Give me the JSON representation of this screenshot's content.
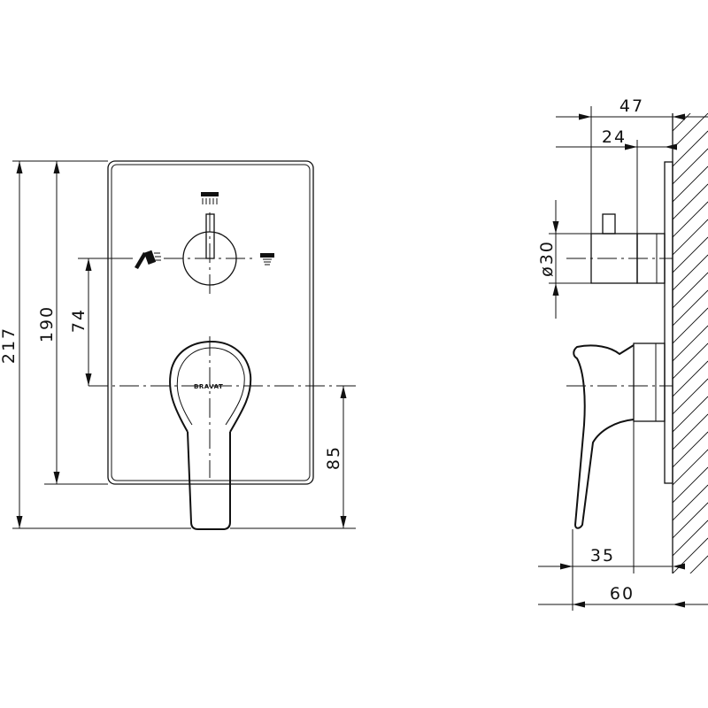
{
  "front_view": {
    "dim_overall_height": "217",
    "dim_plate_height": "190",
    "dim_center_spacing": "74",
    "dim_handle_offset": "85",
    "brand_mark": "BRAVAT"
  },
  "side_view": {
    "dim_total_depth": "47",
    "dim_knob_depth": "24",
    "dim_knob_diameter": "ø30",
    "dim_handle_depth": "35",
    "dim_handle_total": "60"
  },
  "icons": [
    "overhead-shower-icon",
    "hand-shower-icon",
    "spout-icon"
  ],
  "colors": {
    "line": "#111111",
    "background": "#ffffff"
  }
}
